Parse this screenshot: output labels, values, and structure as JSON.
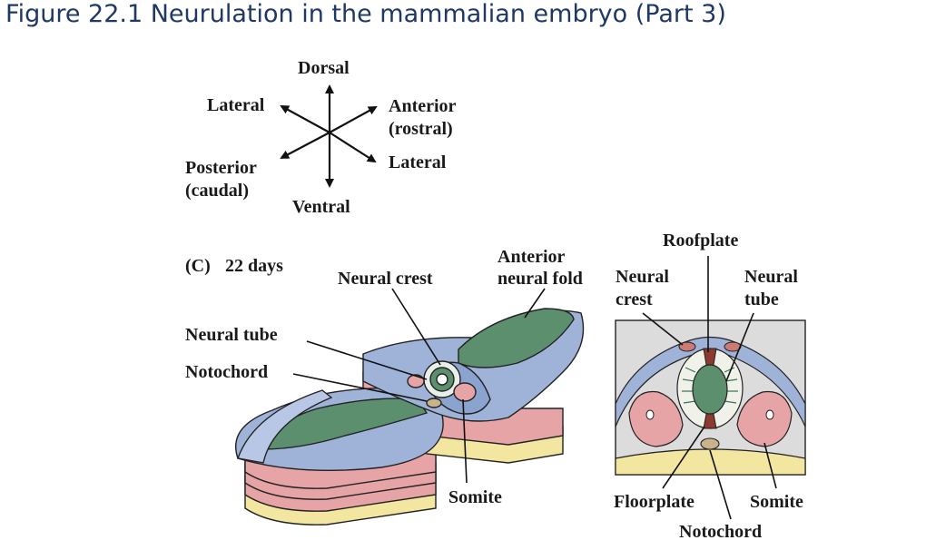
{
  "title": "Figure 22.1  Neurulation in the mammalian embryo (Part 3)",
  "compass": {
    "dorsal": "Dorsal",
    "ventral": "Ventral",
    "lateral_left": "Lateral",
    "lateral_right": "Lateral",
    "anterior_line1": "Anterior",
    "anterior_line2": "(rostral)",
    "posterior_line1": "Posterior",
    "posterior_line2": "(caudal)"
  },
  "panel": {
    "letter": "(C)",
    "age": "22 days"
  },
  "embryo_labels": {
    "neural_crest": "Neural crest",
    "anterior_neural_fold_line1": "Anterior",
    "anterior_neural_fold_line2": "neural fold",
    "neural_tube": "Neural tube",
    "notochord": "Notochord",
    "somite": "Somite"
  },
  "section_labels": {
    "roofplate": "Roofplate",
    "neural_crest_line1": "Neural",
    "neural_crest_line2": "crest",
    "neural_tube_line1": "Neural",
    "neural_tube_line2": "tube",
    "floorplate": "Floorplate",
    "somite": "Somite",
    "notochord": "Notochord"
  },
  "colors": {
    "title": "#1f3864",
    "ectoderm_blue": "#9fb2d8",
    "neural_green": "#5b8f6e",
    "mesoderm_pink": "#e7a4a6",
    "endoderm_yellow": "#f3e6a0",
    "section_gray": "#dcdcdc"
  }
}
